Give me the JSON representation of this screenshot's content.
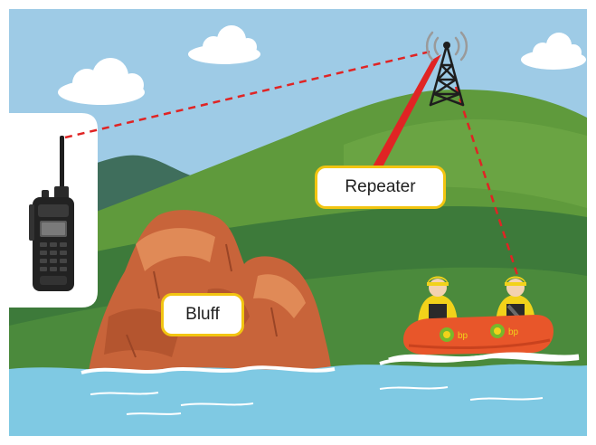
{
  "diagram": {
    "labels": {
      "repeater": "Repeater",
      "bluff": "Bluff"
    },
    "boat_logo_text": "bp",
    "colors": {
      "sky": "#9ecbe6",
      "hill_light": "#5f9a3c",
      "hill_dark": "#3d7a3a",
      "far_hill": "#3f6e5c",
      "water": "#7fc9e3",
      "rock": "#c8643a",
      "boat": "#e8562a",
      "callout_border": "#f2c511",
      "signal_line": "#e02424"
    },
    "icons": [
      "handheld-radio-icon",
      "radio-tower-icon",
      "cloud-icon",
      "rescue-boat-icon"
    ]
  }
}
